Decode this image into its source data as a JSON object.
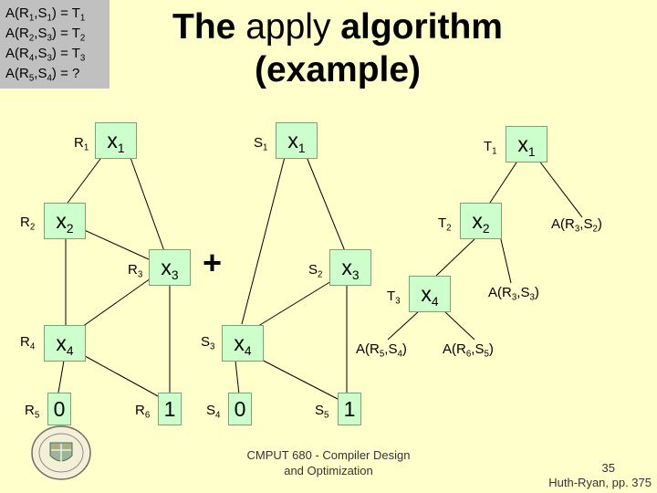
{
  "legend": {
    "lines": [
      {
        "text": "A(R1,S1) = T1"
      },
      {
        "text": "A(R2,S3) = T2"
      },
      {
        "text": "A(R4,S3) = T3"
      },
      {
        "text": "A(R5,S4) = ?"
      }
    ]
  },
  "title": {
    "word1": "The",
    "word2": "apply",
    "word3": "algorithm",
    "line2": "(example)"
  },
  "tree_r": {
    "nodes": [
      {
        "id": "r1",
        "label": "R1",
        "value": "x1"
      },
      {
        "id": "r2",
        "label": "R2",
        "value": "x2"
      },
      {
        "id": "r3",
        "label": "R3",
        "value": "x3"
      },
      {
        "id": "r4",
        "label": "R4",
        "value": "x4"
      },
      {
        "id": "r5",
        "label": "R5",
        "value": "0"
      },
      {
        "id": "r6",
        "label": "R6",
        "value": "1"
      }
    ]
  },
  "operator": "+",
  "tree_s": {
    "nodes": [
      {
        "id": "s1",
        "label": "S1",
        "value": "x1"
      },
      {
        "id": "s2",
        "label": "S2",
        "value": "x3"
      },
      {
        "id": "s3",
        "label": "S3",
        "value": "x4"
      },
      {
        "id": "s4",
        "label": "S4",
        "value": "0"
      },
      {
        "id": "s5",
        "label": "S5",
        "value": "1"
      }
    ]
  },
  "tree_t": {
    "nodes": [
      {
        "id": "t1",
        "label": "T1",
        "value": "x1"
      },
      {
        "id": "t2",
        "label": "T2",
        "value": "x2"
      },
      {
        "id": "t3",
        "label": "T3",
        "value": "x4"
      }
    ],
    "annotations": [
      {
        "id": "a_r3s2",
        "text": "A(R3,S2)"
      },
      {
        "id": "a_r3s3",
        "text": "A(R3,S3)"
      },
      {
        "id": "a_r5s4",
        "text": "A(R5,S4)"
      },
      {
        "id": "a_r6s5",
        "text": "A(R6,S5)"
      }
    ]
  },
  "footer": {
    "course_line1": "CMPUT 680 - Compiler Design",
    "course_line2": "and Optimization",
    "page_number": "35",
    "citation": "Huth-Ryan, pp. 375"
  },
  "colors": {
    "background": "#ffffcc",
    "node_fill": "#ccffcc",
    "legend_fill": "#c0c0c0",
    "line": "#000000"
  }
}
